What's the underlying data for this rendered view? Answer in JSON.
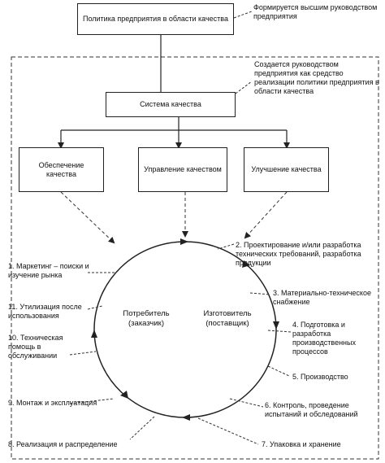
{
  "top_box": "Политика предприятия в области качества",
  "top_note": "Формируется высшим руководством предприятия",
  "system_box": "Система качества",
  "system_note": "Создается руководством предприятия как средство реализации политики предприятия в области качества",
  "sub_boxes": [
    "Обеспечение качества",
    "Управление качеством",
    "Улучшение качества"
  ],
  "center_left": "Потребитель (заказчик)",
  "center_right": "Изготовитель (поставщик)",
  "stages": [
    "1. Маркетинг – поиски и изучение рынка",
    "2. Проектирование и/или разработка технических требований, разработка продукции",
    "3. Материально-техническое снабжение",
    "4. Подготовка и разработка производственных процессов",
    "5. Производство",
    "6. Контроль, проведение испытаний и обследований",
    "7. Упаковка и хранение",
    "8. Реализация и распределение",
    "9. Монтаж и эксплуатация",
    "10. Техническая помощь в обслуживании",
    "11. Утилизация после использования"
  ]
}
